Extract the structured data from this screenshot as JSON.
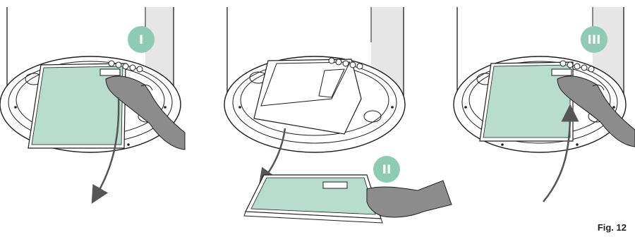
{
  "steps": [
    {
      "label": "I"
    },
    {
      "label": "II"
    },
    {
      "label": "III"
    }
  ],
  "caption": "Fig. 12",
  "colors": {
    "filter_green": "#b8dccd",
    "badge_green": "#8fcbb4",
    "column_grey": "#e6e6e6",
    "hand_grey": "#8c8c8c",
    "outline": "#1e1e1e"
  }
}
